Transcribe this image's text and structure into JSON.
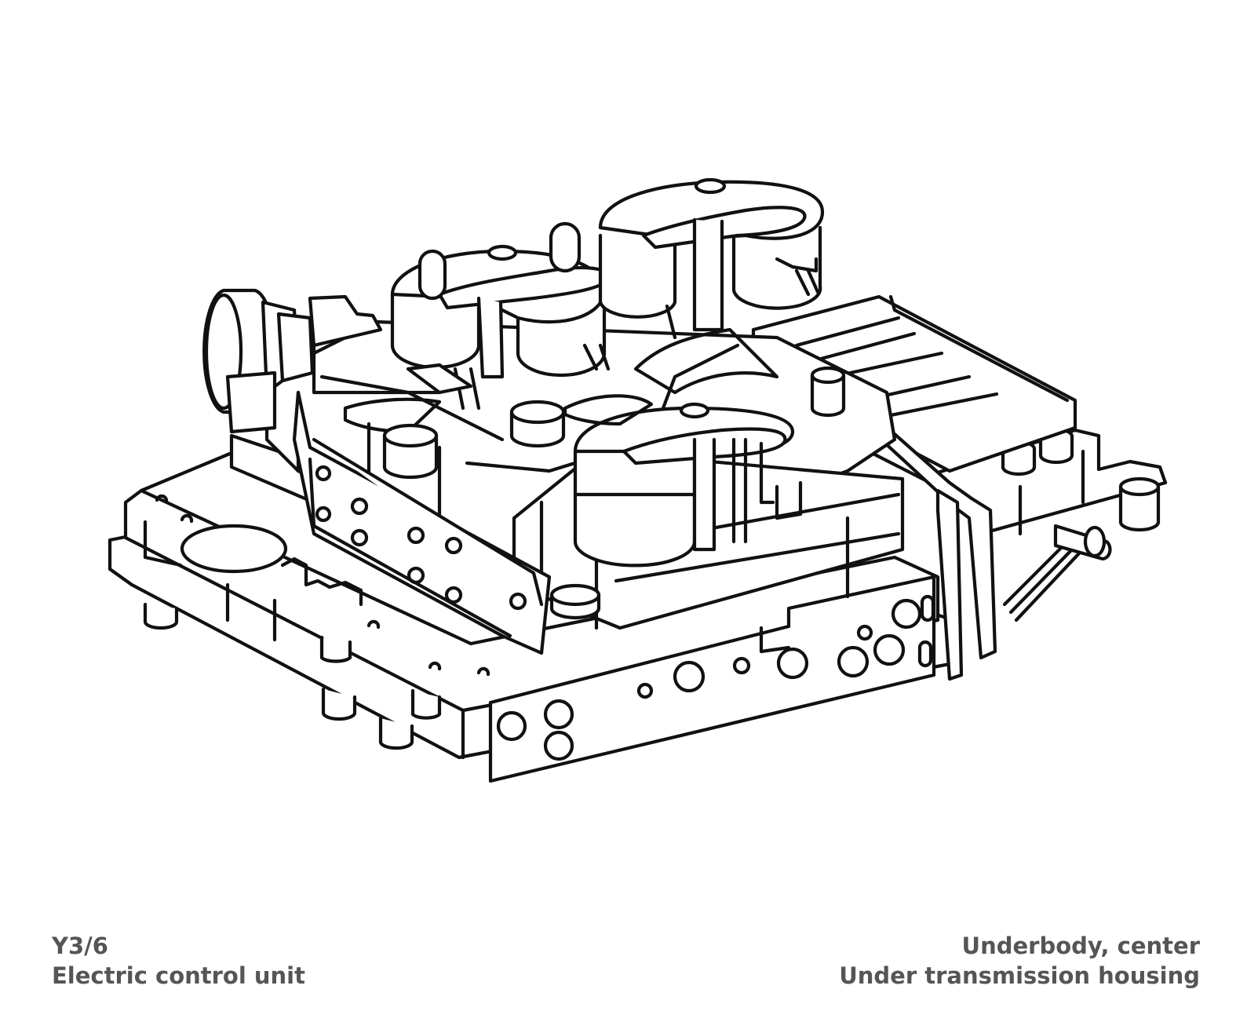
{
  "component": {
    "code": "Y3/6",
    "name": "Electric control unit"
  },
  "location": {
    "area": "Underbody, center",
    "detail": "Under transmission housing"
  },
  "colors": {
    "line": "#111111",
    "caption": "#555555",
    "background": "#ffffff"
  }
}
